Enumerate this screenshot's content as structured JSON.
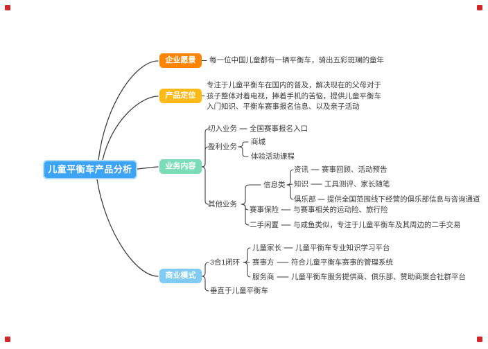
{
  "colors": {
    "root": "#3DA3F5",
    "branch_vision": "#FF8400",
    "branch_positioning": "#FFBA18",
    "branch_business": "#79DCB6",
    "branch_model": "#7FCBF3"
  },
  "root": {
    "label": "儿童平衡车产品分析"
  },
  "vision": {
    "label": "企业愿景",
    "desc": "每一位中国儿童都有一辆平衡车，骑出五彩斑斓的童年"
  },
  "positioning": {
    "label": "产品定位",
    "line1": "专注于儿童平衡车在国内的普及，解决现在的父母对于",
    "line2": "孩子整体对着电视，捧着手机的苦恼，提供儿童平衡车",
    "line3": "入门知识、平衡车赛事报名信息、以及亲子活动"
  },
  "business": {
    "label": "业务内容",
    "entry": {
      "label": "切入业务",
      "desc": "全国赛事报名入口"
    },
    "profit": {
      "label": "盈利业务",
      "shop": "商城",
      "course": "体验活动课程"
    },
    "other": {
      "label": "其他业务",
      "info": {
        "label": "信息类",
        "news": {
          "label": "资讯",
          "desc": "赛事回顾、活动预告"
        },
        "knowledge": {
          "label": "知识",
          "desc": "工具测评、家长随笔"
        },
        "club": {
          "label": "俱乐部",
          "desc": "提供全国范围线下经营的俱乐部信息与咨询通道"
        }
      },
      "insurance": {
        "label": "赛事保险",
        "desc": "与赛事相关的运动险、旅行险"
      },
      "secondhand": {
        "label": "二手闲置",
        "desc": "与咸鱼类似，专注于儿童平衡车及其周边的二手交易"
      }
    }
  },
  "model": {
    "label": "商业模式",
    "loop": {
      "label": "3合1闭环",
      "parents": {
        "label": "儿童家长",
        "desc": "儿童平衡车专业知识学习平台"
      },
      "organizer": {
        "label": "赛事方",
        "desc": "符合儿童平衡车赛事的管理系统"
      },
      "provider": {
        "label": "服务商",
        "desc": "儿童平衡车服务提供商、俱乐部、赞助商聚合社群平台"
      }
    },
    "vertical": {
      "label": "垂直于儿童平衡车"
    }
  }
}
